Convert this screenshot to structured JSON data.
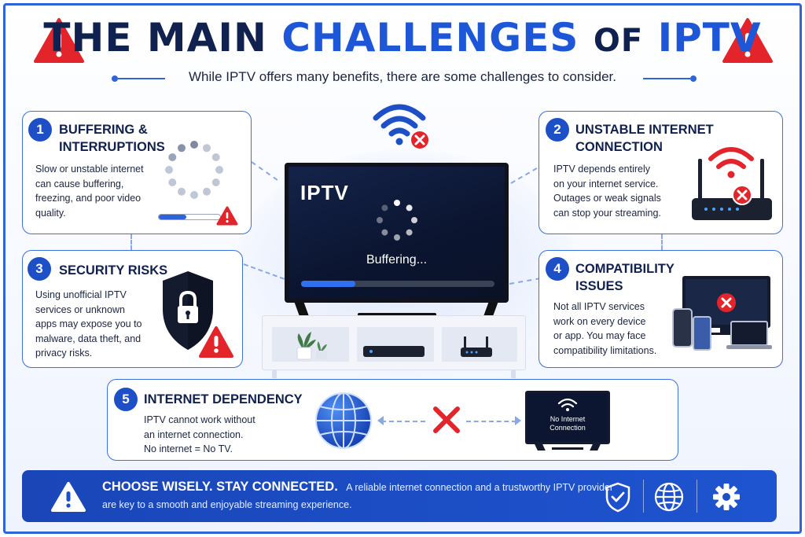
{
  "header": {
    "title_part1": "THE MAIN",
    "title_part2": "CHALLENGES",
    "title_part3": "OF",
    "title_part4": "IPTV",
    "subtitle": "While IPTV offers many benefits, there are some challenges to consider."
  },
  "tv": {
    "brand": "IPTV",
    "status": "Buffering...",
    "progress": 0.28
  },
  "cards": [
    {
      "number": "1",
      "title_line1": "BUFFERING &",
      "title_line2": "INTERRUPTIONS",
      "text": [
        "Slow or unstable internet",
        "can cause buffering,",
        "freezing, and poor video",
        "quality."
      ],
      "progress": 0.45
    },
    {
      "number": "2",
      "title_line1": "UNSTABLE INTERNET",
      "title_line2": "CONNECTION",
      "text": [
        "IPTV depends entirely",
        "on your internet service.",
        "Outages or weak signals",
        "can stop your streaming."
      ]
    },
    {
      "number": "3",
      "title_line1": "SECURITY RISKS",
      "title_line2": "",
      "text": [
        "Using unofficial IPTV",
        "services or unknown",
        "apps may expose you to",
        "malware, data theft, and",
        "privacy risks."
      ]
    },
    {
      "number": "4",
      "title_line1": "COMPATIBILITY",
      "title_line2": "ISSUES",
      "text": [
        "Not all IPTV services",
        "work on every device",
        "or app. You may face",
        "compatibility limitations."
      ]
    },
    {
      "number": "5",
      "title_line1": "INTERNET DEPENDENCY",
      "title_line2": "",
      "text": [
        "IPTV cannot work without",
        "an internet connection.",
        "No internet = No TV."
      ],
      "tv_line1": "No Internet",
      "tv_line2": "Connection"
    }
  ],
  "banner": {
    "headline": "CHOOSE WISELY. STAY CONNECTED.",
    "text_line1": "A reliable internet connection and a trustworthy IPTV provider",
    "text_line2": "are key to a smooth and enjoyable streaming experience."
  },
  "colors": {
    "primary_blue": "#1d57d8",
    "navy": "#10214f",
    "warning_red": "#e3242b"
  },
  "icons": [
    "warning-icon",
    "wifi-off-icon",
    "router-icon",
    "shield-lock-icon",
    "devices-icon",
    "globe-icon",
    "gear-icon",
    "check-shield-icon"
  ]
}
